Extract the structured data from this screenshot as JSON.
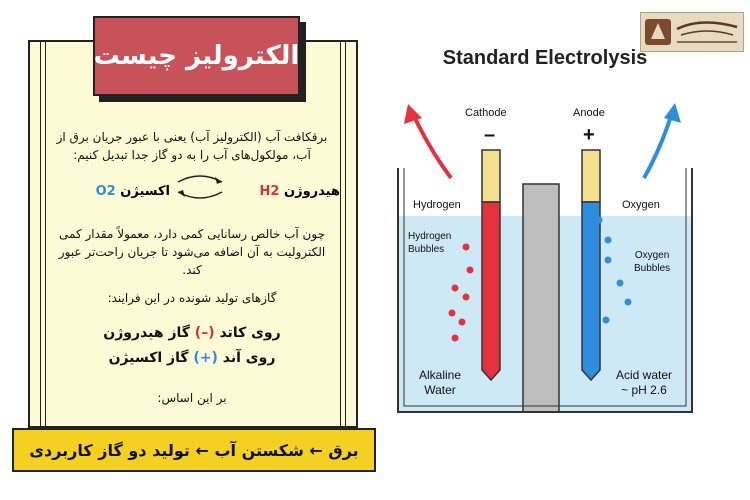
{
  "left_panel": {
    "title": "الکترولیز چیست",
    "intro_line1": "برقکافت آب (الکترولیز آب) یعنی با عبور جریان برق از",
    "intro_line2": "آب، مولکول‌های آب را به دو گاز جدا تبدیل کنیم:",
    "hydrogen_word": "هیدروژن",
    "hydrogen_formula": "H2",
    "oxygen_word": "اکسیژن",
    "oxygen_formula": "O2",
    "electrolyte_line1": "چون آب خالص رسانایی کمی دارد، معمولاً مقدار کمی",
    "electrolyte_line2": "الکترولیت به آن اضافه می‌شود تا جریان راحت‌تر عبور",
    "electrolyte_line3": "کند.",
    "gases_line": "گازهای تولید شونده در این فرایند:",
    "cathode_prefix": "روی کاتد",
    "cathode_sign": "(–)",
    "cathode_suffix": "گاز هیدروژن",
    "anode_prefix": "روی آند",
    "anode_sign": "(+)",
    "anode_suffix": "گاز اکسیژن",
    "basis_line": "بر این اساس:",
    "bottom_summary": "برق ← شکستن آب ← تولید دو گاز کاربردی"
  },
  "diagram": {
    "title": "Standard Electrolysis",
    "cathode_label": "Cathode",
    "anode_label": "Anode",
    "cathode_sign": "–",
    "anode_sign": "+",
    "hydrogen_label": "Hydrogen",
    "oxygen_label": "Oxygen",
    "hydrogen_bubbles_line1": "Hydrogen",
    "hydrogen_bubbles_line2": "Bubbles",
    "oxygen_bubbles_line1": "Oxygen",
    "oxygen_bubbles_line2": "Bubbles",
    "alkaline_line1": "Alkaline",
    "alkaline_line2": "Water",
    "acid_line1": "Acid water",
    "acid_line2": "~ pH 2.6",
    "colors": {
      "hydrogen": "#e5323d",
      "oxygen": "#2f8de0",
      "water": "#cde9f5",
      "membrane": "#bdbdbd",
      "electrode_cap": "#f2e08e"
    }
  },
  "logo": {
    "icon": "brand-logo-icon"
  }
}
